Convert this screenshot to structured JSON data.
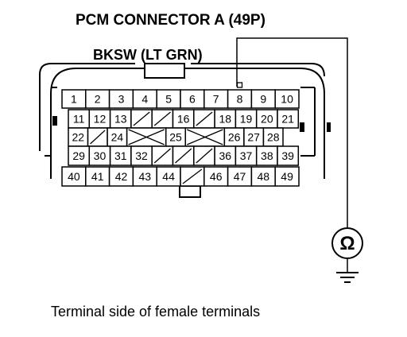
{
  "title": "PCM CONNECTOR A (49P)",
  "wire_label": "BKSW (LT GRN)",
  "caption": "Terminal side of female terminals",
  "meter_symbol": "Ω",
  "icons": [
    "ohmmeter-icon",
    "ground-icon"
  ],
  "connector": {
    "pin_count": 49,
    "probe_pin": "8",
    "rows": [
      [
        {
          "n": "1"
        },
        {
          "n": "2"
        },
        {
          "n": "3"
        },
        {
          "n": "4"
        },
        {
          "n": "5"
        },
        {
          "n": "6"
        },
        {
          "n": "7"
        },
        {
          "n": "8"
        },
        {
          "n": "9"
        },
        {
          "n": "10"
        }
      ],
      [
        {
          "n": "11"
        },
        {
          "n": "12"
        },
        {
          "n": "13"
        },
        {
          "n": "",
          "empty": "slash"
        },
        {
          "n": "",
          "empty": "slash"
        },
        {
          "n": "16"
        },
        {
          "n": "",
          "empty": "slash"
        },
        {
          "n": "18"
        },
        {
          "n": "19"
        },
        {
          "n": "20"
        },
        {
          "n": "21"
        }
      ],
      [
        {
          "n": "22"
        },
        {
          "n": "",
          "empty": "slash"
        },
        {
          "n": "24"
        },
        {
          "n": "",
          "empty": "cross"
        },
        {
          "n": "25"
        },
        {
          "n": "",
          "empty": "cross"
        },
        {
          "n": "26"
        },
        {
          "n": "27"
        },
        {
          "n": "28"
        }
      ],
      [
        {
          "n": "29"
        },
        {
          "n": "30"
        },
        {
          "n": "31"
        },
        {
          "n": "32"
        },
        {
          "n": "",
          "empty": "slash"
        },
        {
          "n": "",
          "empty": "slash"
        },
        {
          "n": "",
          "empty": "slash"
        },
        {
          "n": "36"
        },
        {
          "n": "37"
        },
        {
          "n": "38"
        },
        {
          "n": "39"
        }
      ],
      [
        {
          "n": "40"
        },
        {
          "n": "41"
        },
        {
          "n": "42"
        },
        {
          "n": "43"
        },
        {
          "n": "44"
        },
        {
          "n": "",
          "empty": "slash"
        },
        {
          "n": "46"
        },
        {
          "n": "47"
        },
        {
          "n": "48"
        },
        {
          "n": "49"
        }
      ]
    ]
  }
}
